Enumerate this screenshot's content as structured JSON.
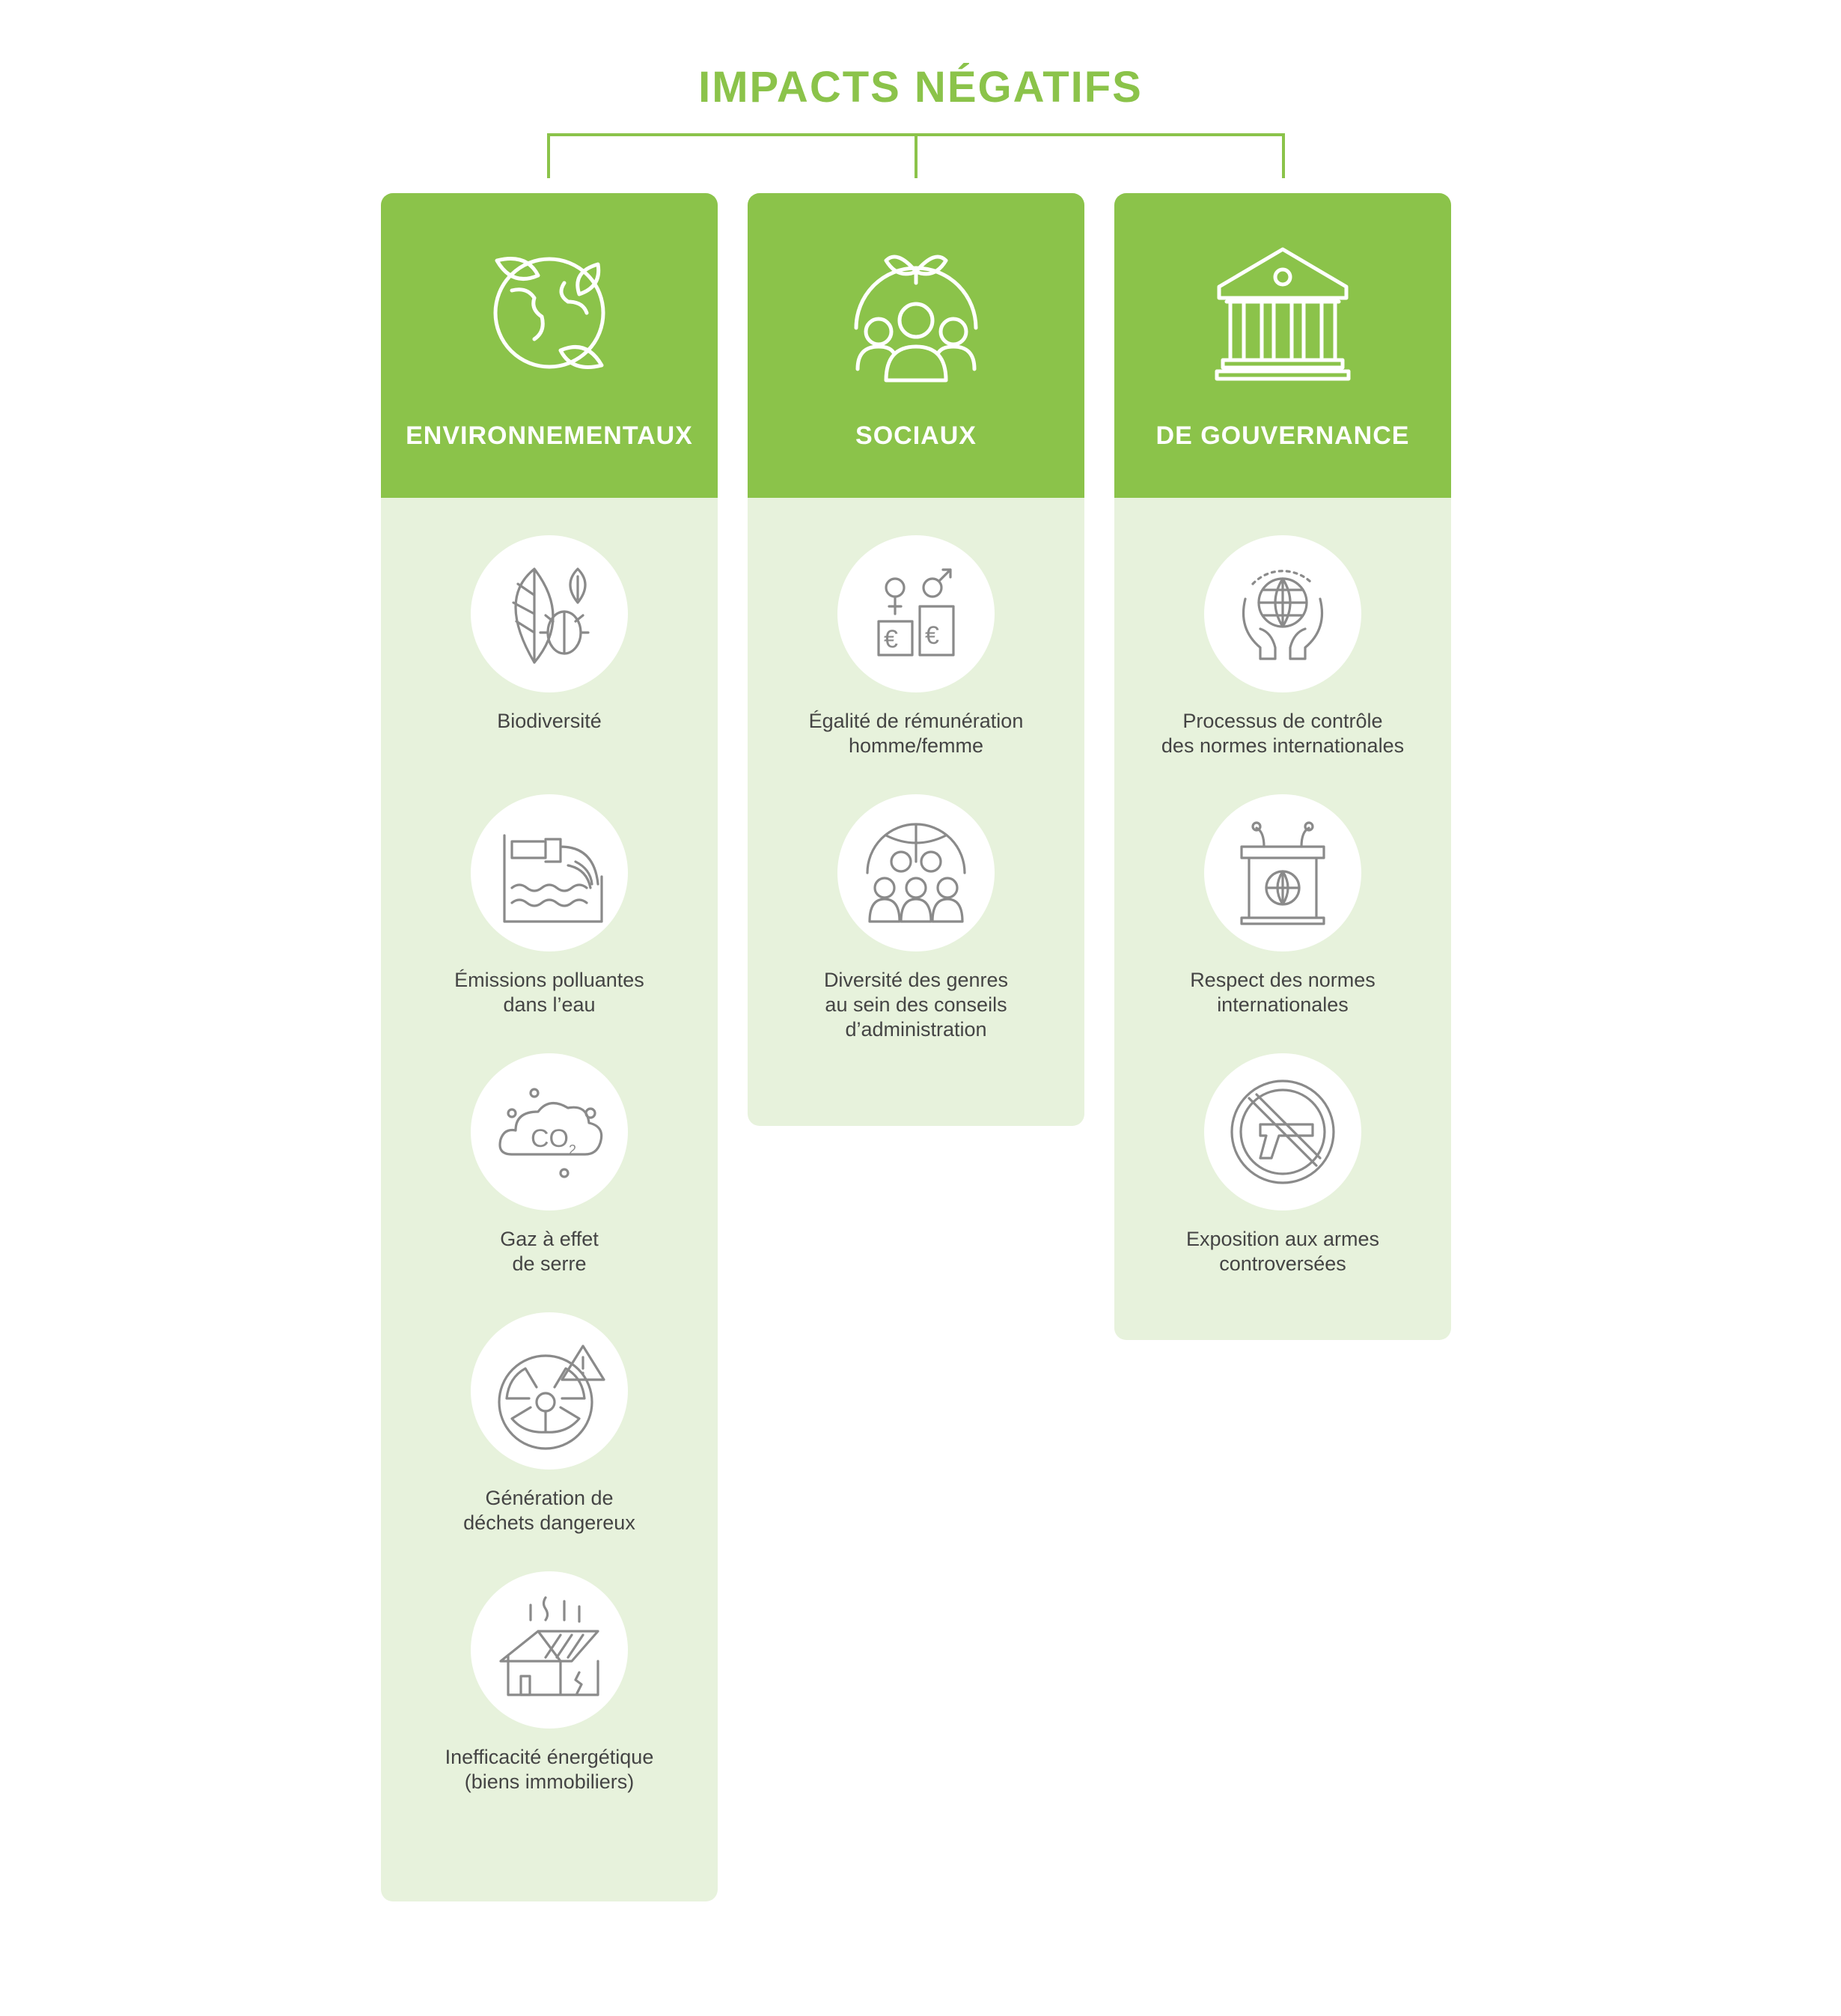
{
  "title": "IMPACTS NÉGATIFS",
  "colors": {
    "accent": "#8bc34a",
    "panel": "#e7f2dc",
    "icon_stroke": "#8a8a8a",
    "text": "#444444"
  },
  "columns": [
    {
      "title": "ENVIRONNEMENTAUX",
      "icon": "earth-recycle-icon",
      "items": [
        {
          "label": "Biodiversité",
          "icon": "leaf-ladybug-icon"
        },
        {
          "label": "Émissions polluantes\ndans l’eau",
          "icon": "water-pollution-icon"
        },
        {
          "label": "Gaz à effet\nde serre",
          "icon": "co2-cloud-icon"
        },
        {
          "label": "Génération de\ndéchets dangereux",
          "icon": "radioactive-warning-icon"
        },
        {
          "label": "Inefficacité énergétique\n(biens immobiliers)",
          "icon": "house-heat-loss-icon"
        }
      ]
    },
    {
      "title": "SOCIAUX",
      "icon": "people-globe-plant-icon",
      "items": [
        {
          "label": "Égalité de rémunération\nhomme/femme",
          "icon": "gender-pay-icon"
        },
        {
          "label": "Diversité des genres\nau sein des conseils\nd’administration",
          "icon": "diverse-board-icon"
        }
      ]
    },
    {
      "title": "DE GOUVERNANCE",
      "icon": "government-building-icon",
      "items": [
        {
          "label": "Processus de contrôle\ndes normes internationales",
          "icon": "hands-globe-icon"
        },
        {
          "label": "Respect des normes\ninternationales",
          "icon": "podium-globe-icon"
        },
        {
          "label": "Exposition aux armes\ncontroversées",
          "icon": "no-weapon-icon"
        }
      ]
    }
  ]
}
